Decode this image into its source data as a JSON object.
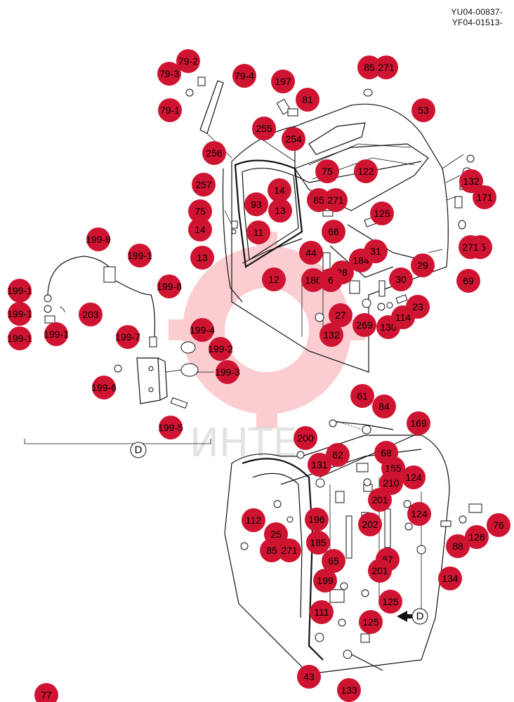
{
  "doc_codes": [
    "YU04-00837-",
    "YF04-01513-"
  ],
  "watermark": "ИНТЕ",
  "view_label": "D",
  "arrow_label": "D",
  "callouts": [
    "79-2",
    "79-3",
    "79-4",
    "79-1",
    "197",
    "81",
    "85",
    "271",
    "53",
    "255",
    "254",
    "256",
    "75",
    "122",
    "257",
    "14",
    "93",
    "13",
    "85",
    "271",
    "75",
    "14",
    "11",
    "13",
    "125",
    "66",
    "44",
    "184",
    "31",
    "12",
    "186",
    "28",
    "6",
    "29",
    "30",
    "27",
    "269",
    "130",
    "114",
    "23",
    "132",
    "199-9",
    "199-1",
    "199-8",
    "199-1",
    "199-1",
    "203",
    "199-1",
    "199-1",
    "199-7",
    "199-4",
    "199-2",
    "199-3",
    "199-6",
    "199-5",
    "61",
    "84",
    "169",
    "200",
    "131",
    "62",
    "68",
    "155",
    "210",
    "124",
    "201",
    "124",
    "202",
    "196",
    "112",
    "25",
    "185",
    "85",
    "271",
    "88",
    "126",
    "76",
    "65",
    "67",
    "134",
    "199",
    "201",
    "125",
    "111",
    "125",
    "43",
    "133",
    "85",
    "271",
    "69",
    "132",
    "171",
    "77"
  ]
}
